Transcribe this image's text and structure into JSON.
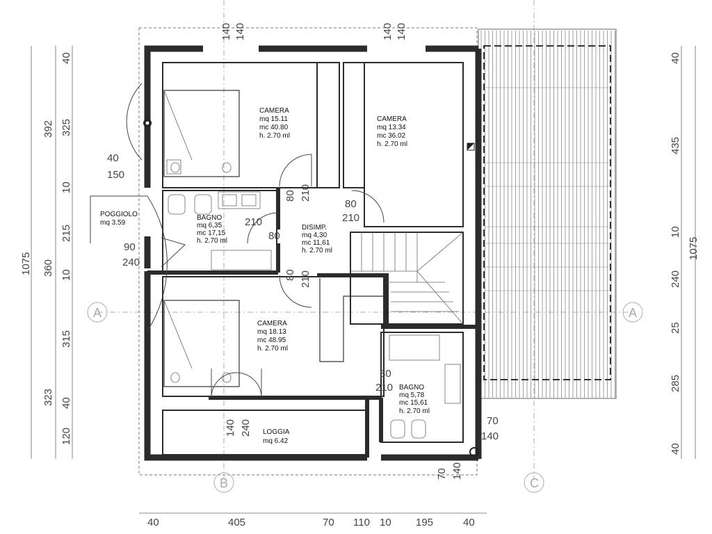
{
  "rooms": {
    "camera1": {
      "name": "CAMERA",
      "mq": "mq 15.11",
      "mc": "mc 40.80",
      "h": "h.  2.70 ml"
    },
    "camera2": {
      "name": "CAMERA",
      "mq": "mq 13.34",
      "mc": "mc 36.02",
      "h": "h.  2.70 ml"
    },
    "camera3": {
      "name": "CAMERA",
      "mq": "mq 18.13",
      "mc": "mc 48.95",
      "h": "h.  2.70 ml"
    },
    "bagno1": {
      "name": "BAGNO",
      "mq": "mq 6,35",
      "mc": "mc 17,15",
      "h": "h.  2.70 ml"
    },
    "bagno2": {
      "name": "BAGNO",
      "mq": "mq 5,78",
      "mc": "mc 15,61",
      "h": "h.  2.70 ml"
    },
    "disimp": {
      "name": "DISIMP.",
      "mq": "mq 4,30",
      "mc": "mc 11,61",
      "h": "h.  2.70 ml"
    },
    "poggiolo": {
      "name": "POGGIOLO",
      "mq": "mq 3.59"
    },
    "loggia": {
      "name": "LOGGIA",
      "mq": "mq 6.42"
    }
  },
  "axes": {
    "a_left": "A",
    "a_right": "A",
    "b": "B",
    "c": "C"
  },
  "dims_top": [
    "140",
    "140",
    "140",
    "140"
  ],
  "dims_bottom": [
    "40",
    "405",
    "70",
    "110",
    "10",
    "195",
    "40"
  ],
  "dims_left_outer": [
    "40",
    "392",
    "1075"
  ],
  "dims_left_inner": [
    "325",
    "10",
    "215",
    "360",
    "10",
    "315",
    "323",
    "40",
    "120"
  ],
  "dims_left_misc": [
    "40",
    "150",
    "90",
    "240"
  ],
  "dims_right": [
    "40",
    "435",
    "10",
    "240",
    "25",
    "285",
    "40",
    "1075"
  ],
  "doors": {
    "d1": [
      "80",
      "210"
    ],
    "d2": [
      "80",
      "210"
    ],
    "d3": [
      "210",
      "80"
    ],
    "d4": [
      "80",
      "210"
    ],
    "d5": [
      "80",
      "210"
    ],
    "d6": [
      "140",
      "240"
    ],
    "d7": [
      "70",
      "140"
    ],
    "d8": [
      "70",
      "140"
    ]
  }
}
